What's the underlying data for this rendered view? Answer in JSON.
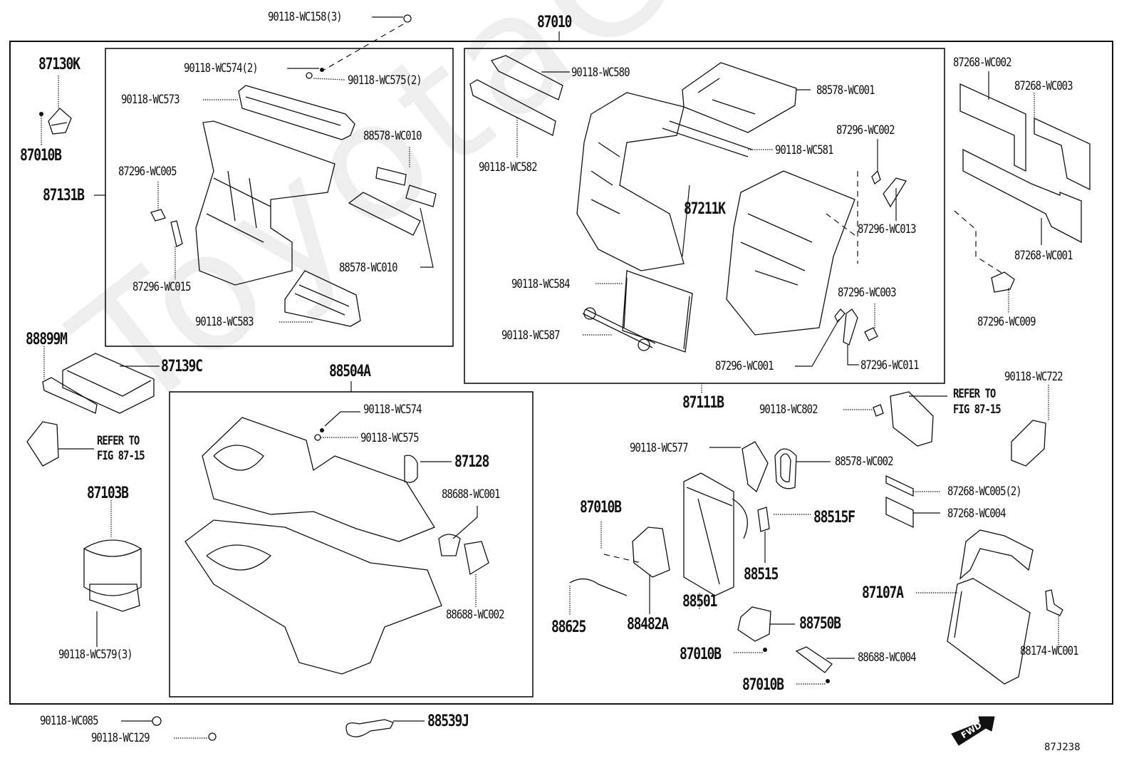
{
  "diagram": {
    "title_assembly": "87010",
    "figure_code": "87J238",
    "watermark": "ToyotaCarParts",
    "fwd_label": "FWD",
    "refer_note": [
      "REFER TO",
      "FIG 87-15"
    ],
    "groups": {
      "blower_housing_upper": {
        "assembly": "87131B",
        "parts": [
          "90118-WC574(2)",
          "90118-WC575(2)",
          "90118-WC573",
          "88578-WC010",
          "87296-WC005",
          "87296-WC015",
          "88578-WC010",
          "90118-WC583"
        ]
      },
      "heater_unit": {
        "assembly": "87111B",
        "parts": [
          "90118-WC580",
          "88578-WC001",
          "87296-WC002",
          "90118-WC581",
          "90118-WC582",
          "87211K",
          "87296-WC013",
          "90118-WC584",
          "87296-WC003",
          "90118-WC587",
          "87296-WC001",
          "87296-WC011"
        ]
      },
      "blower_case": {
        "assembly": "88504A",
        "parts": [
          "90118-WC574",
          "90118-WC575",
          "87128",
          "88688-WC001",
          "88688-WC002"
        ]
      }
    },
    "labels": {
      "top_nut": "90118-WC158(3)",
      "l_87130K": "87130K",
      "l_87010B_a": "87010B",
      "l_87131B": "87131B",
      "l_wc574_2": "90118-WC574(2)",
      "l_wc575_2": "90118-WC575(2)",
      "l_wc573": "90118-WC573",
      "l_88578_wc010_a": "88578-WC010",
      "l_87296_wc005": "87296-WC005",
      "l_87296_wc015": "87296-WC015",
      "l_88578_wc010_b": "88578-WC010",
      "l_wc583": "90118-WC583",
      "l_wc580": "90118-WC580",
      "l_88578_wc001": "88578-WC001",
      "l_87296_wc002": "87296-WC002",
      "l_wc581": "90118-WC581",
      "l_wc582": "90118-WC582",
      "l_87211K": "87211K",
      "l_87296_wc013": "87296-WC013",
      "l_wc584": "90118-WC584",
      "l_87296_wc003": "87296-WC003",
      "l_wc587": "90118-WC587",
      "l_87296_wc001": "87296-WC001",
      "l_87296_wc011": "87296-WC011",
      "l_87268_wc002": "87268-WC002",
      "l_87268_wc003": "87268-WC003",
      "l_87268_wc001": "87268-WC001",
      "l_87296_wc009": "87296-WC009",
      "l_88899M": "88899M",
      "l_87139C": "87139C",
      "l_88504A": "88504A",
      "l_87111B": "87111B",
      "l_wc722": "90118-WC722",
      "l_wc802": "90118-WC802",
      "l_wc574": "90118-WC574",
      "l_wc575": "90118-WC575",
      "l_87128": "87128",
      "l_88688_wc001": "88688-WC001",
      "l_88688_wc002": "88688-WC002",
      "l_87103B": "87103B",
      "l_wc579": "90118-WC579(3)",
      "l_wc577": "90118-WC577",
      "l_88578_wc002": "88578-WC002",
      "l_87268_wc005": "87268-WC005(2)",
      "l_87268_wc004": "87268-WC004",
      "l_87010B_b": "87010B",
      "l_88515F": "88515F",
      "l_88515": "88515",
      "l_88501": "88501",
      "l_88625": "88625",
      "l_88482A": "88482A",
      "l_88750B": "88750B",
      "l_87010B_c": "87010B",
      "l_88688_wc004": "88688-WC004",
      "l_87010B_d": "87010B",
      "l_87107A": "87107A",
      "l_88174_wc001": "88174-WC001",
      "l_wc085": "90118-WC085",
      "l_wc129": "90118-WC129",
      "l_88539J": "88539J"
    }
  }
}
